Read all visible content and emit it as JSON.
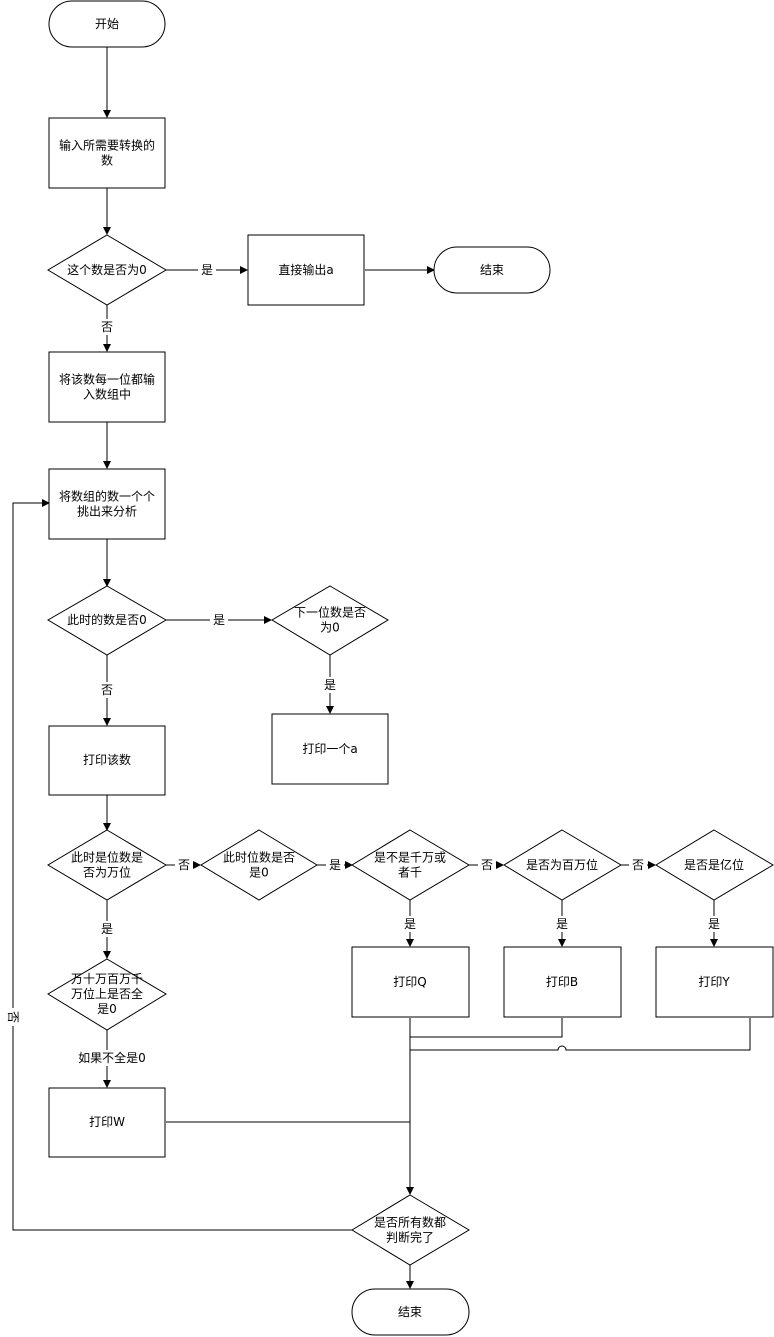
{
  "nodes": {
    "start": [
      "开始"
    ],
    "input": [
      "输入所需要转换的",
      "数"
    ],
    "is_zero": [
      "这个数是否为0"
    ],
    "output_a": [
      "直接输出a"
    ],
    "end1": [
      "结束"
    ],
    "to_array": [
      "将该数每一位都输",
      "入数组中"
    ],
    "pick": [
      "将数组的数一个个",
      "挑出来分析"
    ],
    "cur_zero": [
      "此时的数是否0"
    ],
    "next_zero": [
      "下一位数是否",
      "为0"
    ],
    "print_a": [
      "打印一个a"
    ],
    "print_num": [
      "打印该数"
    ],
    "is_wan": [
      "此时是位数是",
      "否为万位"
    ],
    "digit_zero": [
      "此时位数是否",
      "是0"
    ],
    "qian": [
      "是不是千万或",
      "者千"
    ],
    "baiwan": [
      "是否为百万位"
    ],
    "yi": [
      "是否是亿位"
    ],
    "print_q": [
      "打印Q"
    ],
    "print_b": [
      "打印B"
    ],
    "print_y": [
      "打印Y"
    ],
    "wan_check": [
      "万十万百万千",
      "万位上是否全",
      "是0"
    ],
    "print_w": [
      "打印W"
    ],
    "all_done": [
      "是否所有数都",
      "判断完了"
    ],
    "end2": [
      "结束"
    ]
  },
  "edge_labels": {
    "is_zero_yes": "是",
    "is_zero_no": "否",
    "cur_zero_yes": "是",
    "cur_zero_no": "否",
    "next_zero_yes": "是",
    "is_wan_no": "否",
    "is_wan_yes": "是",
    "digit_zero_yes": "是",
    "qian_no": "否",
    "baiwan_no": "否",
    "qian_yes": "是",
    "baiwan_yes": "是",
    "yi_yes": "是",
    "wan_check_cond": "如果不全是0",
    "all_done_no": "否"
  }
}
